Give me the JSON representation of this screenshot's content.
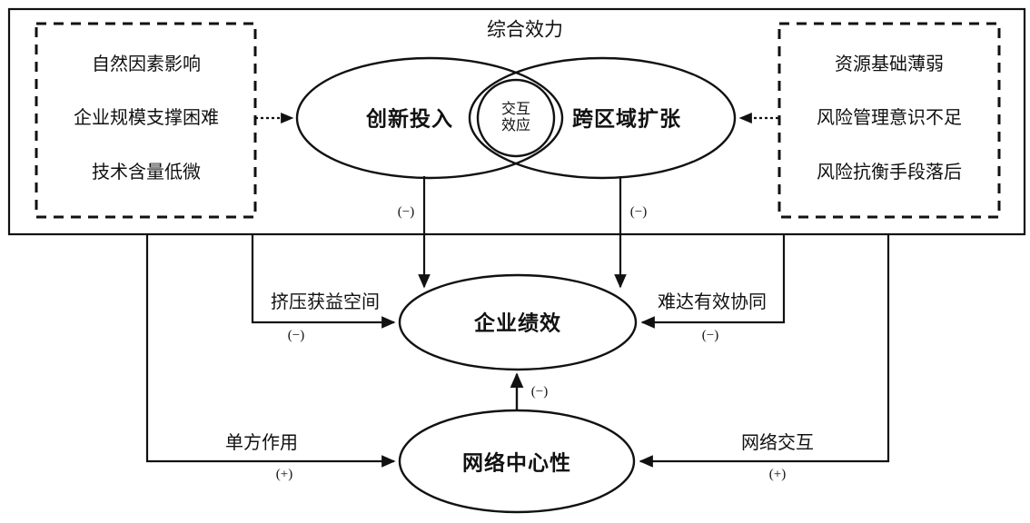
{
  "diagram": {
    "title": "综合效力",
    "outer_frame": {
      "name": "comprehensive-effect-frame"
    },
    "left_factor_box": {
      "items": [
        "自然因素影响",
        "企业规模支撑困难",
        "技术含量低微"
      ]
    },
    "right_factor_box": {
      "items": [
        "资源基础薄弱",
        "风险管理意识不足",
        "风险抗衡手段落后"
      ]
    },
    "nodes": {
      "innovation": "创新投入",
      "cross_region": "跨区域扩张",
      "interaction": "交互效应",
      "performance": "企业绩效",
      "network_centrality": "网络中心性"
    },
    "edge_labels": {
      "squeeze_profit_space": "挤压获益空间",
      "hard_to_synergize": "难达有效协同",
      "unilateral_effect": "单方作用",
      "network_interaction": "网络交互"
    },
    "signs": {
      "innovation_to_performance": "(−)",
      "crossregion_to_performance": "(−)",
      "squeeze_sign": "(−)",
      "synergy_sign": "(−)",
      "centrality_to_performance": "(−)",
      "unilateral_sign": "(+)",
      "network_sign": "(+)"
    },
    "colors": {
      "stroke": "#111111",
      "background": "#ffffff",
      "text": "#111111"
    }
  }
}
